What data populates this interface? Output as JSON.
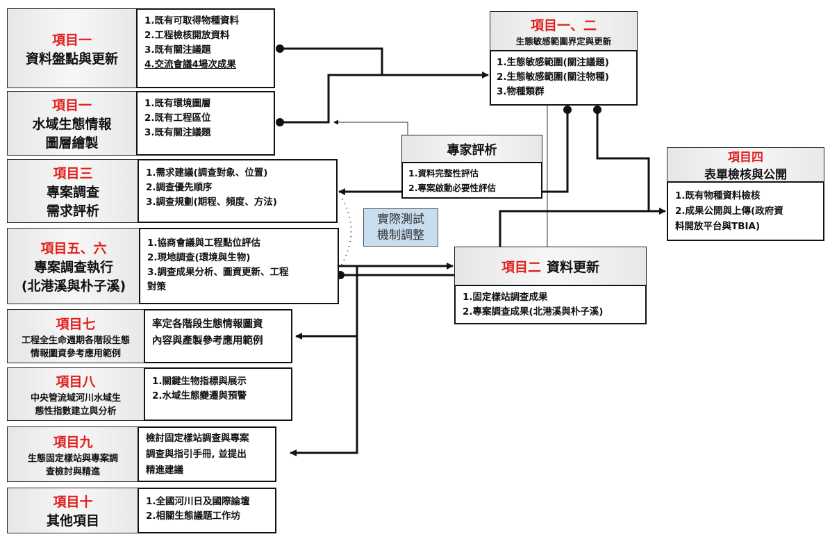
{
  "left_items": [
    {
      "code": "項目一",
      "title_lines": [
        "資料盤點與更新"
      ],
      "details": [
        "1.既有可取得物種資料",
        "2.工程檢核開放資料",
        "3.既有關注議題",
        "4.交流會議4場次成果"
      ]
    },
    {
      "code": "項目一",
      "title_lines": [
        "水域生態情報",
        "圖層繪製"
      ],
      "details": [
        "1.既有環境圖層",
        "2.既有工程區位",
        "3.既有關注議題"
      ]
    },
    {
      "code": "項目三",
      "title_lines": [
        "專案調查",
        "需求評析"
      ],
      "details": [
        "1.需求建議(調查對象、位置)",
        "2.調查優先順序",
        "3.調查規劃(期程、頻度、方法)"
      ]
    },
    {
      "code": "項目五、六",
      "title_lines": [
        "專案調查執行",
        "(北港溪與朴子溪)"
      ],
      "details": [
        "1.協商會議與工程點位評估",
        "2.現地調查(環境與生物)",
        "3.調查成果分析、圖資更新、工程",
        "對策"
      ]
    },
    {
      "code": "項目七",
      "title_lines": [
        "工程全生命週期各階段生態",
        "情報圖資參考應用範例"
      ],
      "details": [
        "率定各階段生態情報圖資",
        "內容與產製參考應用範例"
      ]
    },
    {
      "code": "項目八",
      "title_lines": [
        "中央管流域河川水域生",
        "態性指數建立與分析"
      ],
      "details": [
        "1.關鍵生物指標與展示",
        "2.水域生態變遷與預警"
      ]
    },
    {
      "code": "項目九",
      "title_lines": [
        "生態固定樣站與專案調",
        "查檢討與精進"
      ],
      "details": [
        "檢討固定樣站調查與專案",
        "調查與指引手冊, 並提出",
        "精進建議"
      ]
    },
    {
      "code": "項目十",
      "title_lines": [
        "其他項目"
      ],
      "details": [
        "1.全國河川日及國際論壇",
        "2.相關生態議題工作坊"
      ]
    }
  ],
  "sensitive_area": {
    "code": "項目一、二",
    "title": "生態敏感範圍界定與更新",
    "details": [
      "1.生態敏感範圍(關注議題)",
      "2.生態敏感範圍(關注物種)",
      "3.物種類群"
    ]
  },
  "expert": {
    "title": "專家評析",
    "details": [
      "1.資料完整性評估",
      "2.專案啟動必要性評估"
    ]
  },
  "form_review": {
    "code": "項目四",
    "title": "表單檢核與公開",
    "details": [
      "1.既有物種資料檢核",
      "2.成果公開與上傳(政府資",
      "料開放平台與TBIA)"
    ]
  },
  "data_update": {
    "code": "項目二",
    "title": "資料更新",
    "details": [
      "1.固定樣站調查成果",
      "2.專案調查成果(北港溪與朴子溪)"
    ]
  },
  "test_note": {
    "lines": [
      "實際測試",
      "機制調整"
    ]
  },
  "colors": {
    "accent_red": "#e0201c",
    "note_bg": "#c9ddf0",
    "line": "#111111"
  }
}
